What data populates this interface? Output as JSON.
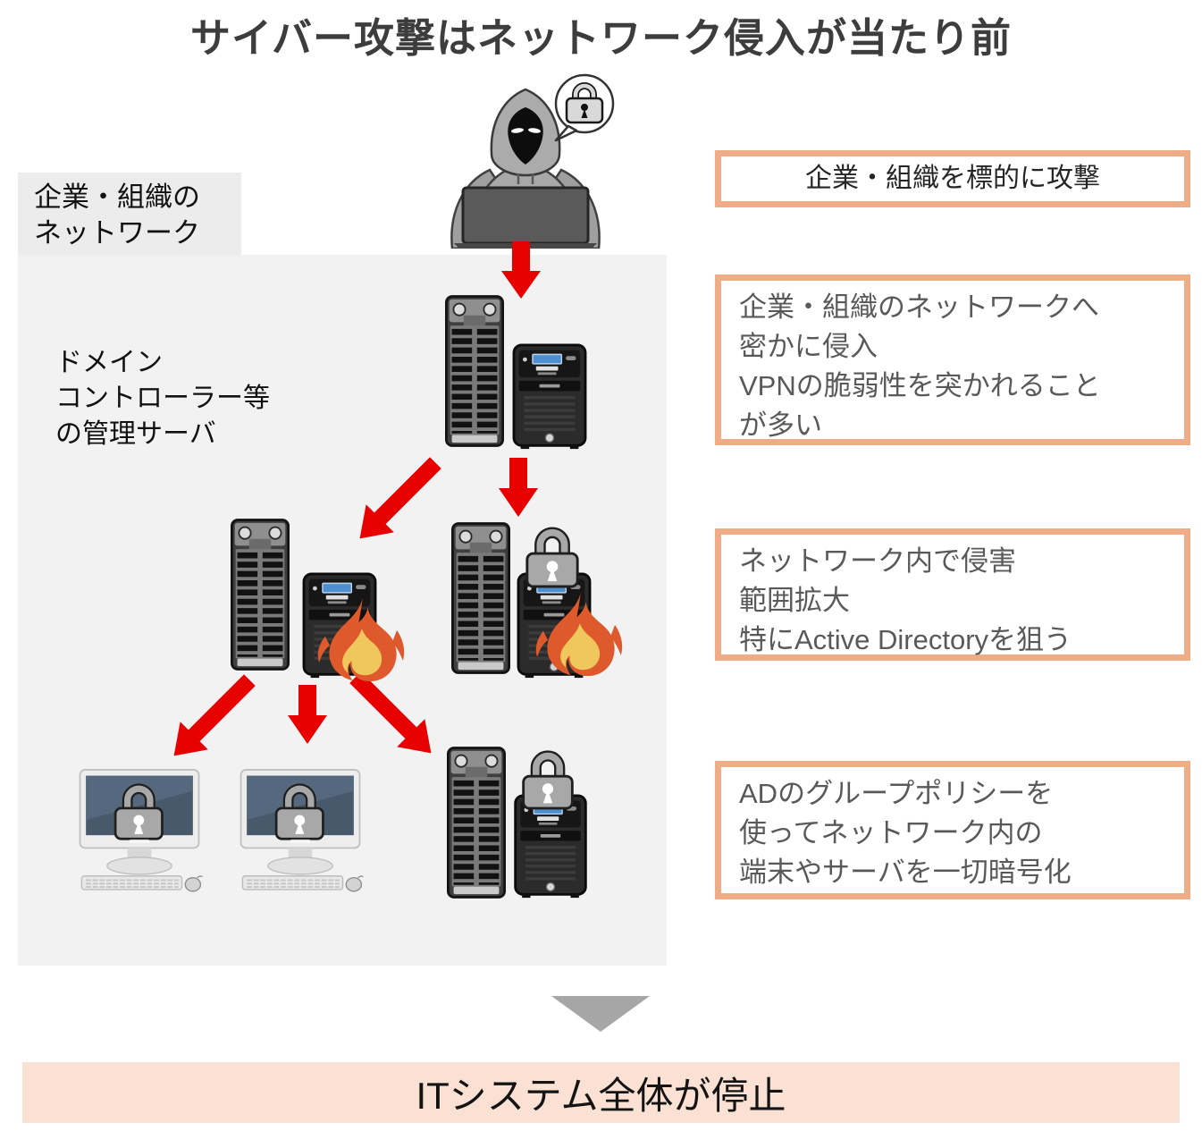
{
  "title": "サイバー攻撃はネットワーク侵入が当たり前",
  "network": {
    "label_lines": [
      "企業・組織の",
      "ネットワーク"
    ],
    "dc_label_lines": [
      "ドメイン",
      "コントローラー等",
      "の管理サーバ"
    ]
  },
  "callouts": {
    "attack": {
      "text": "企業・組織を標的に攻撃"
    },
    "intrusion": {
      "lines": [
        "企業・組織のネットワークへ",
        "密かに侵入",
        "VPNの脆弱性を突かれること",
        "が多い"
      ]
    },
    "spread": {
      "lines": [
        "ネットワーク内で侵害",
        "範囲拡大",
        "特にActive Directoryを狙う"
      ]
    },
    "encrypt": {
      "lines": [
        "ADのグループポリシーを",
        "使ってネットワーク内の",
        "端末やサーバを一切暗号化"
      ]
    }
  },
  "footer": {
    "text": "ITシステム全体が停止"
  },
  "icons": {
    "hacker": "hooded-attacker-with-laptop",
    "speech_lock": "padlock-in-speech-bubble",
    "server_tall": "rack-server-tower",
    "server_small": "server-unit",
    "lock": "padlock",
    "fire": "flame",
    "pc": "desktop-computer-locked",
    "arrow": "red-attack-arrow",
    "triangle": "gray-down-triangle"
  },
  "colors": {
    "callout_border": "#EFAD87",
    "footer_bg": "#FBE1D3",
    "network_bg": "#F2F2F2",
    "network_label_bg": "#ECECEC",
    "arrow_red": "#E60000",
    "triangle_gray": "#A6A6A6",
    "title_color": "#3D3D3D",
    "callout_text": "#595959",
    "flame_outer": "#DE5A2D",
    "flame_inner": "#F0C75C",
    "lock_gray": "#A8A8A8",
    "screen": "#49596C"
  }
}
